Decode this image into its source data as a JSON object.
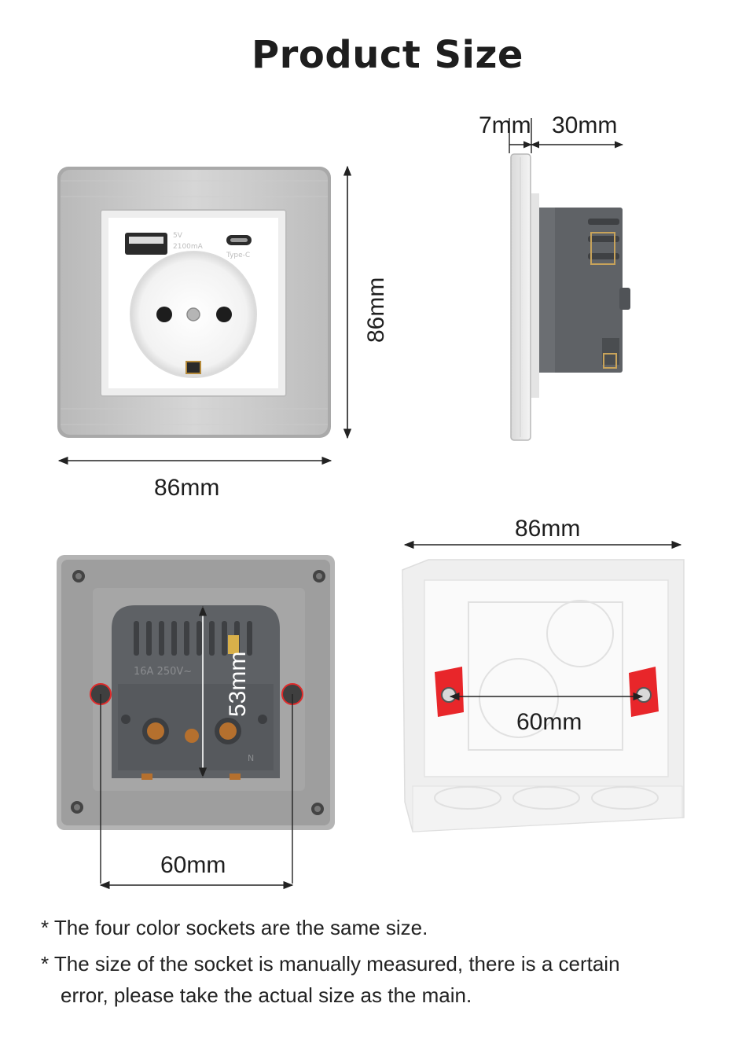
{
  "title": "Product Size",
  "views": {
    "front": {
      "width_label": "86mm",
      "height_label": "86mm",
      "usb_rating_text": "5V\n2100mA",
      "type_c_text": "Type-C"
    },
    "side": {
      "plate_depth_label": "7mm",
      "body_depth_label": "30mm"
    },
    "back": {
      "screw_spacing_label": "60mm",
      "module_height_label": "53mm",
      "module_rating_text": "16A 250V~",
      "neutral_mark": "N"
    },
    "box": {
      "width_label": "86mm",
      "screw_spacing_label": "60mm"
    }
  },
  "notes": [
    "* The four color sockets are the same size.",
    "* The size of the socket is manually measured, there is a certain",
    "error, please take the actual size as the main."
  ],
  "colors": {
    "plate_silver": "#c4c4c4",
    "module_dark": "#5d6064",
    "box_white": "#f6f6f6",
    "clip_red": "#e8262a"
  }
}
